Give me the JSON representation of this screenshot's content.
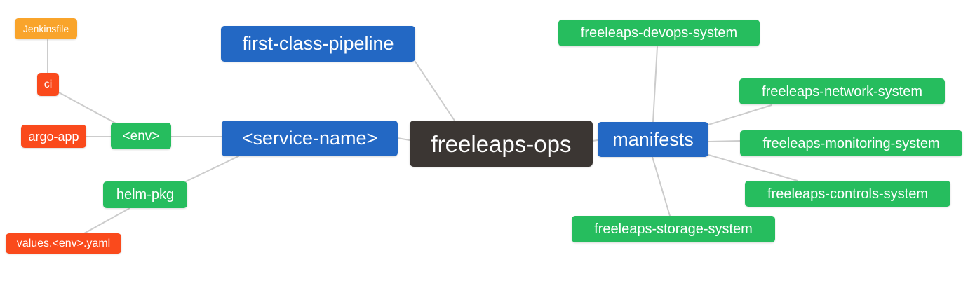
{
  "diagram": {
    "title": "freeleaps-ops mind map",
    "colors": {
      "blue": "#2368c4",
      "green": "#26bd5e",
      "orange": "#f9a42b",
      "red": "#fa4a1c",
      "dark": "#3b3633",
      "edge": "#cccccc",
      "node_text": "#ffffff",
      "background": "#ffffff"
    },
    "nodes": [
      {
        "id": "jenkinsfile",
        "label": "Jenkinsfile",
        "color": "#f9a42b"
      },
      {
        "id": "ci",
        "label": "ci",
        "color": "#fa4a1c"
      },
      {
        "id": "argo-app",
        "label": "argo-app",
        "color": "#fa4a1c"
      },
      {
        "id": "env",
        "label": "<env>",
        "color": "#26bd5e"
      },
      {
        "id": "service-name",
        "label": "<service-name>",
        "color": "#2368c4"
      },
      {
        "id": "first-class-pipeline",
        "label": "first-class-pipeline",
        "color": "#2368c4"
      },
      {
        "id": "freeleaps-ops",
        "label": "freeleaps-ops",
        "color": "#3b3633"
      },
      {
        "id": "manifests",
        "label": "manifests",
        "color": "#2368c4"
      },
      {
        "id": "freeleaps-devops-system",
        "label": "freeleaps-devops-system",
        "color": "#26bd5e"
      },
      {
        "id": "freeleaps-network-system",
        "label": "freeleaps-network-system",
        "color": "#26bd5e"
      },
      {
        "id": "freeleaps-monitoring-system",
        "label": "freeleaps-monitoring-system",
        "color": "#26bd5e"
      },
      {
        "id": "freeleaps-controls-system",
        "label": "freeleaps-controls-system",
        "color": "#26bd5e"
      },
      {
        "id": "freeleaps-storage-system",
        "label": "freeleaps-storage-system",
        "color": "#26bd5e"
      },
      {
        "id": "helm-pkg",
        "label": "helm-pkg",
        "color": "#26bd5e"
      },
      {
        "id": "values-env-yaml",
        "label": "values.<env>.yaml",
        "color": "#fa4a1c"
      }
    ],
    "edges": [
      {
        "from": "jenkinsfile",
        "to": "ci"
      },
      {
        "from": "ci",
        "to": "env"
      },
      {
        "from": "argo-app",
        "to": "env"
      },
      {
        "from": "env",
        "to": "service-name"
      },
      {
        "from": "helm-pkg",
        "to": "service-name"
      },
      {
        "from": "values-env-yaml",
        "to": "helm-pkg"
      },
      {
        "from": "service-name",
        "to": "freeleaps-ops"
      },
      {
        "from": "first-class-pipeline",
        "to": "freeleaps-ops"
      },
      {
        "from": "freeleaps-ops",
        "to": "manifests"
      },
      {
        "from": "manifests",
        "to": "freeleaps-devops-system"
      },
      {
        "from": "manifests",
        "to": "freeleaps-network-system"
      },
      {
        "from": "manifests",
        "to": "freeleaps-monitoring-system"
      },
      {
        "from": "manifests",
        "to": "freeleaps-controls-system"
      },
      {
        "from": "manifests",
        "to": "freeleaps-storage-system"
      }
    ]
  }
}
